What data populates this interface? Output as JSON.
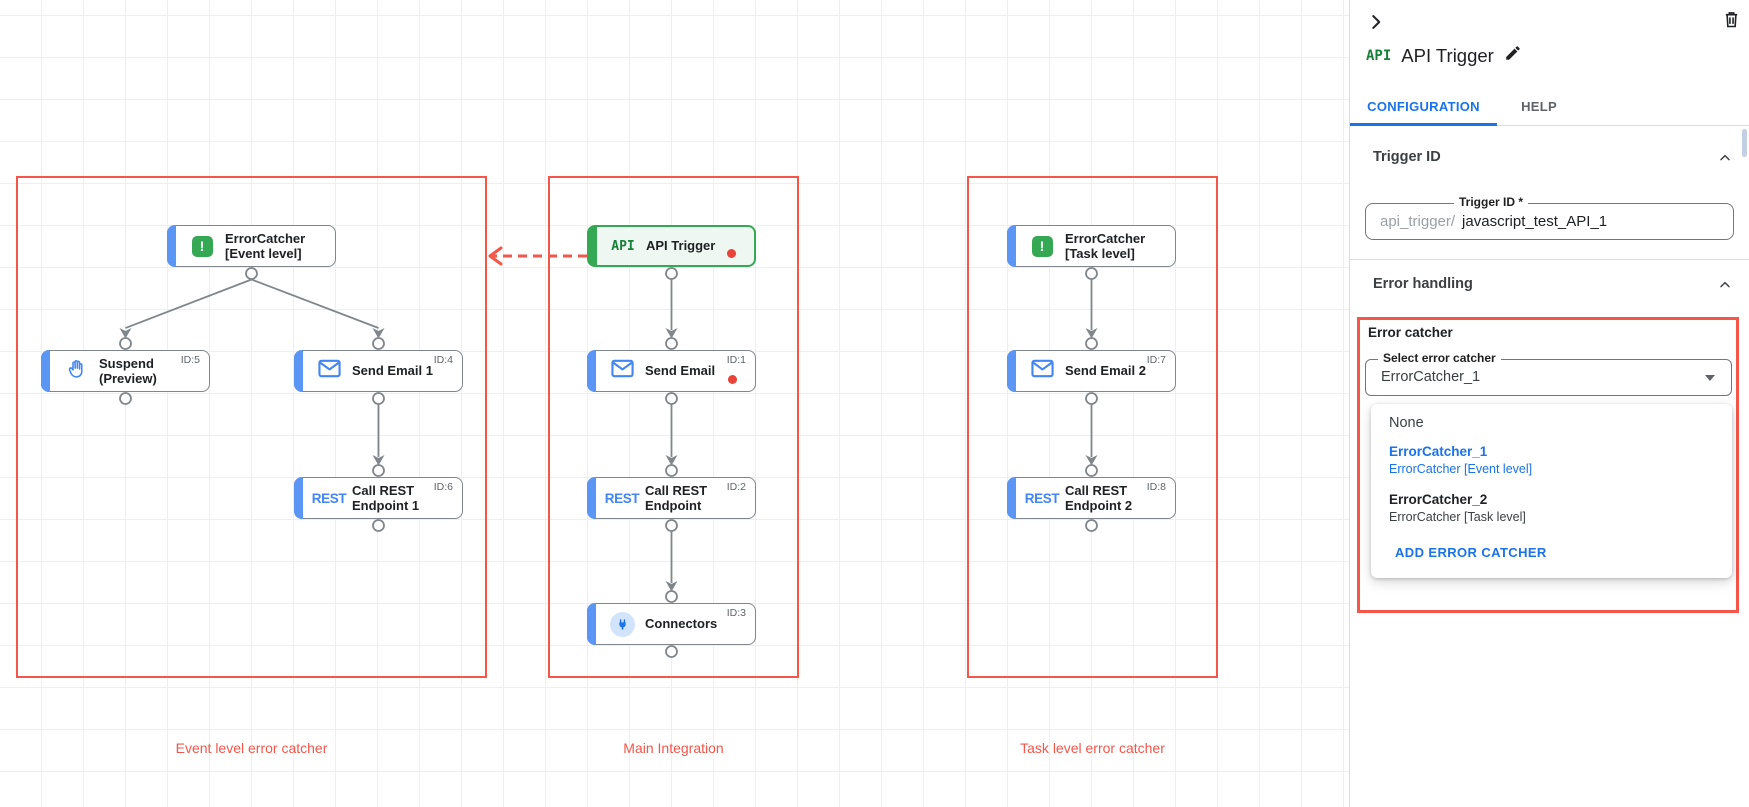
{
  "colors": {
    "accent_blue": "#1a73e8",
    "task_blue": "#4285f4",
    "green": "#34a853",
    "red_outline": "#f4564a",
    "red_dot": "#e8443a",
    "connector_gray": "#80868b"
  },
  "canvas": {
    "group_labels": [
      {
        "id": "event",
        "label": "Event level error catcher"
      },
      {
        "id": "main",
        "label": "Main Integration"
      },
      {
        "id": "task",
        "label": "Task level error catcher"
      }
    ],
    "nodes": [
      {
        "id": "ec_event",
        "icon": "error-icon",
        "lines": [
          "ErrorCatcher",
          "[Event level]"
        ],
        "badge": ""
      },
      {
        "id": "suspend",
        "icon": "hand-icon",
        "lines": [
          "Suspend",
          "(Preview)"
        ],
        "badge": "ID:5"
      },
      {
        "id": "send_email_1",
        "icon": "email-icon",
        "lines": [
          "Send Email 1"
        ],
        "badge": "ID:4"
      },
      {
        "id": "call_rest_1",
        "icon": "rest-icon",
        "lines": [
          "Call REST",
          "Endpoint 1"
        ],
        "badge": "ID:6"
      },
      {
        "id": "api_trigger",
        "icon": "api-icon",
        "lines": [
          "API Trigger"
        ],
        "badge": "",
        "variant": "trigger",
        "red_dot": true
      },
      {
        "id": "send_email",
        "icon": "email-icon",
        "lines": [
          "Send Email"
        ],
        "badge": "ID:1",
        "red_dot": true
      },
      {
        "id": "call_rest",
        "icon": "rest-icon",
        "lines": [
          "Call REST",
          "Endpoint"
        ],
        "badge": "ID:2"
      },
      {
        "id": "connectors",
        "icon": "connector-icon",
        "lines": [
          "Connectors"
        ],
        "badge": "ID:3"
      },
      {
        "id": "ec_task",
        "icon": "error-icon",
        "lines": [
          "ErrorCatcher",
          "[Task level]"
        ],
        "badge": ""
      },
      {
        "id": "send_email_2",
        "icon": "email-icon",
        "lines": [
          "Send Email 2"
        ],
        "badge": "ID:7"
      },
      {
        "id": "call_rest_2",
        "icon": "rest-icon",
        "lines": [
          "Call REST",
          "Endpoint 2"
        ],
        "badge": "ID:8"
      }
    ]
  },
  "panel": {
    "title": "API Trigger",
    "title_glyph": "API",
    "tabs": [
      {
        "label": "CONFIGURATION"
      },
      {
        "label": "HELP"
      }
    ],
    "sections": {
      "trigger_id": {
        "title": "Trigger ID",
        "field_label": "Trigger ID *",
        "prefix": "api_trigger/",
        "value": "javascript_test_API_1"
      },
      "error_handling": {
        "title": "Error handling",
        "error_catcher_label": "Error catcher",
        "select_label": "Select error catcher",
        "select_value": "ErrorCatcher_1",
        "menu": {
          "items": [
            {
              "title": "None",
              "subtitle": ""
            },
            {
              "title": "ErrorCatcher_1",
              "subtitle": "ErrorCatcher [Event level]"
            },
            {
              "title": "ErrorCatcher_2",
              "subtitle": "ErrorCatcher [Task level]"
            }
          ],
          "action": "ADD ERROR CATCHER"
        }
      }
    }
  }
}
